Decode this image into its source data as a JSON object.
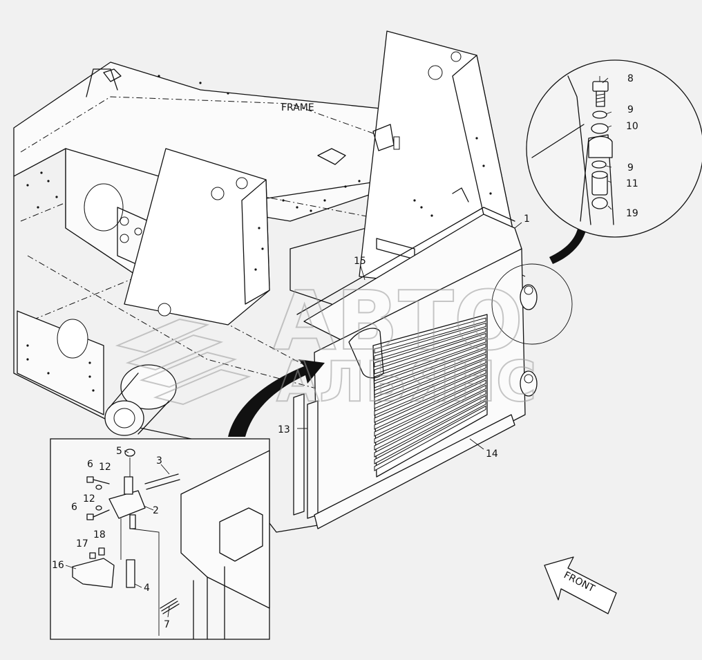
{
  "labels": {
    "frame": "FRAME",
    "front": "FRONT"
  },
  "parts": [
    {
      "id": "p1",
      "text": "1"
    },
    {
      "id": "p2",
      "text": "2"
    },
    {
      "id": "p3",
      "text": "3"
    },
    {
      "id": "p4",
      "text": "4"
    },
    {
      "id": "p5",
      "text": "5"
    },
    {
      "id": "p6a",
      "text": "6"
    },
    {
      "id": "p6b",
      "text": "6"
    },
    {
      "id": "p7",
      "text": "7"
    },
    {
      "id": "p8",
      "text": "8"
    },
    {
      "id": "p9a",
      "text": "9"
    },
    {
      "id": "p9b",
      "text": "9"
    },
    {
      "id": "p10",
      "text": "10"
    },
    {
      "id": "p11",
      "text": "11"
    },
    {
      "id": "p12a",
      "text": "12"
    },
    {
      "id": "p12b",
      "text": "12"
    },
    {
      "id": "p13",
      "text": "13"
    },
    {
      "id": "p14",
      "text": "14"
    },
    {
      "id": "p15",
      "text": "15"
    },
    {
      "id": "p16",
      "text": "16"
    },
    {
      "id": "p17",
      "text": "17"
    },
    {
      "id": "p18",
      "text": "18"
    },
    {
      "id": "p19",
      "text": "19"
    }
  ],
  "watermark": {
    "line1": "АВТО",
    "line2": "АЛЬЯНС"
  }
}
